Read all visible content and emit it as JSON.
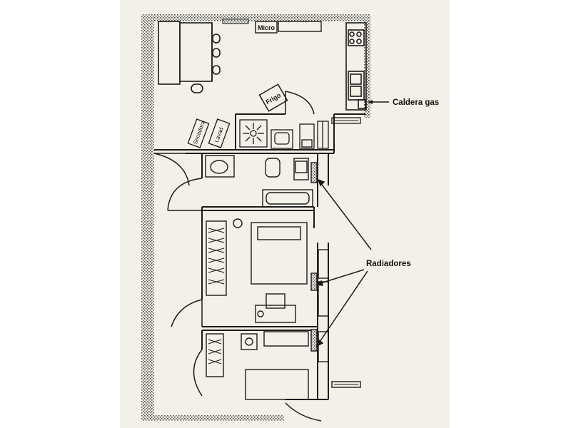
{
  "plan": {
    "labels": {
      "micro": "Micro",
      "frigo": "Frigo",
      "secadora": "Secadora",
      "lavadora": "Lavad",
      "caldera": "Caldera gas",
      "radiadores": "Radiadores"
    }
  }
}
